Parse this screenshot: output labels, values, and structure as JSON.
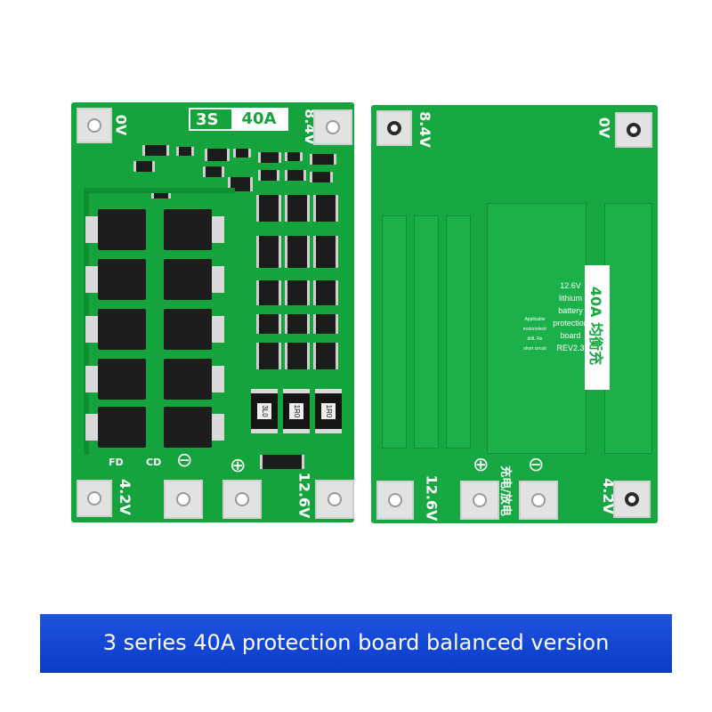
{
  "front": {
    "model_label": "3S",
    "current_label": "40A",
    "label_0v": "0V",
    "label_84v": "8.4V",
    "label_42v": "4.2V",
    "label_126v": "12.6V",
    "label_fd": "FD",
    "label_cd": "CD",
    "minus_symbol": "⊖",
    "plus_symbol": "⊕",
    "resistor_codes": [
      "3L0",
      "1R0",
      "1R0"
    ]
  },
  "back": {
    "label_84v": "8.4V",
    "label_0v": "0V",
    "label_126v": "12.6V",
    "label_42v": "4.2V",
    "label_charge": "充电/放电",
    "label_balance": "40A 均衡充",
    "spec_text": [
      "12.6V",
      "lithium",
      "battery",
      "protection",
      "board",
      "REV2.3"
    ],
    "small_text": [
      "Applicable",
      "motor/electr",
      "drill, Re",
      "short circuit"
    ],
    "plus_symbol": "⊕",
    "minus_symbol": "⊖"
  },
  "banner": {
    "text": "3 series 40A protection board balanced version"
  }
}
